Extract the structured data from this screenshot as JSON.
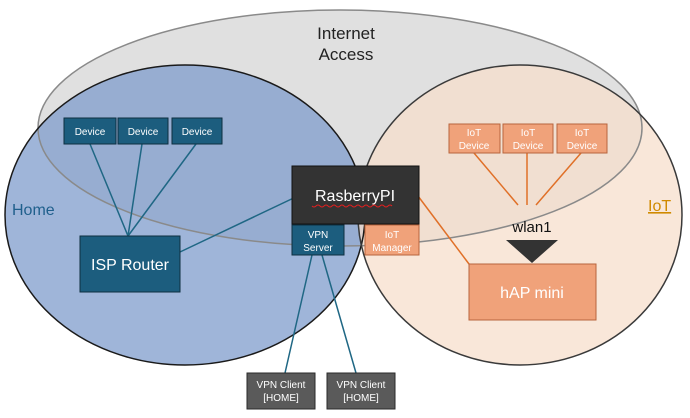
{
  "colors": {
    "internet_fill": "#d6d6d6",
    "home_fill": "#7f9ccc",
    "iot_fill": "#f7dfcc",
    "dark_blue": "#1c5d7e",
    "salmon": "#f0a27a",
    "dark": "#333333",
    "grey_box": "#5a5a5a",
    "blue_line": "#1f6784",
    "orange_line": "#e07028"
  },
  "internet": {
    "line1": "Internet",
    "line2": "Access"
  },
  "home": {
    "label": "Home"
  },
  "iot": {
    "label": "IoT"
  },
  "home_devices": [
    {
      "label": "Device"
    },
    {
      "label": "Device"
    },
    {
      "label": "Device"
    }
  ],
  "iot_devices": [
    {
      "line1": "IoT",
      "line2": "Device"
    },
    {
      "line1": "IoT",
      "line2": "Device"
    },
    {
      "line1": "IoT",
      "line2": "Device"
    }
  ],
  "isp_router": {
    "label": "ISP Router"
  },
  "raspberry": {
    "label": "RasberryPI"
  },
  "vpn_server": {
    "line1": "VPN",
    "line2": "Server"
  },
  "iot_manager": {
    "line1": "IoT",
    "line2": "Manager"
  },
  "wlan": {
    "label": "wlan1"
  },
  "hap": {
    "label": "hAP mini"
  },
  "vpn_clients": [
    {
      "line1": "VPN Client",
      "line2": "[HOME]"
    },
    {
      "line1": "VPN Client",
      "line2": "[HOME]"
    }
  ]
}
